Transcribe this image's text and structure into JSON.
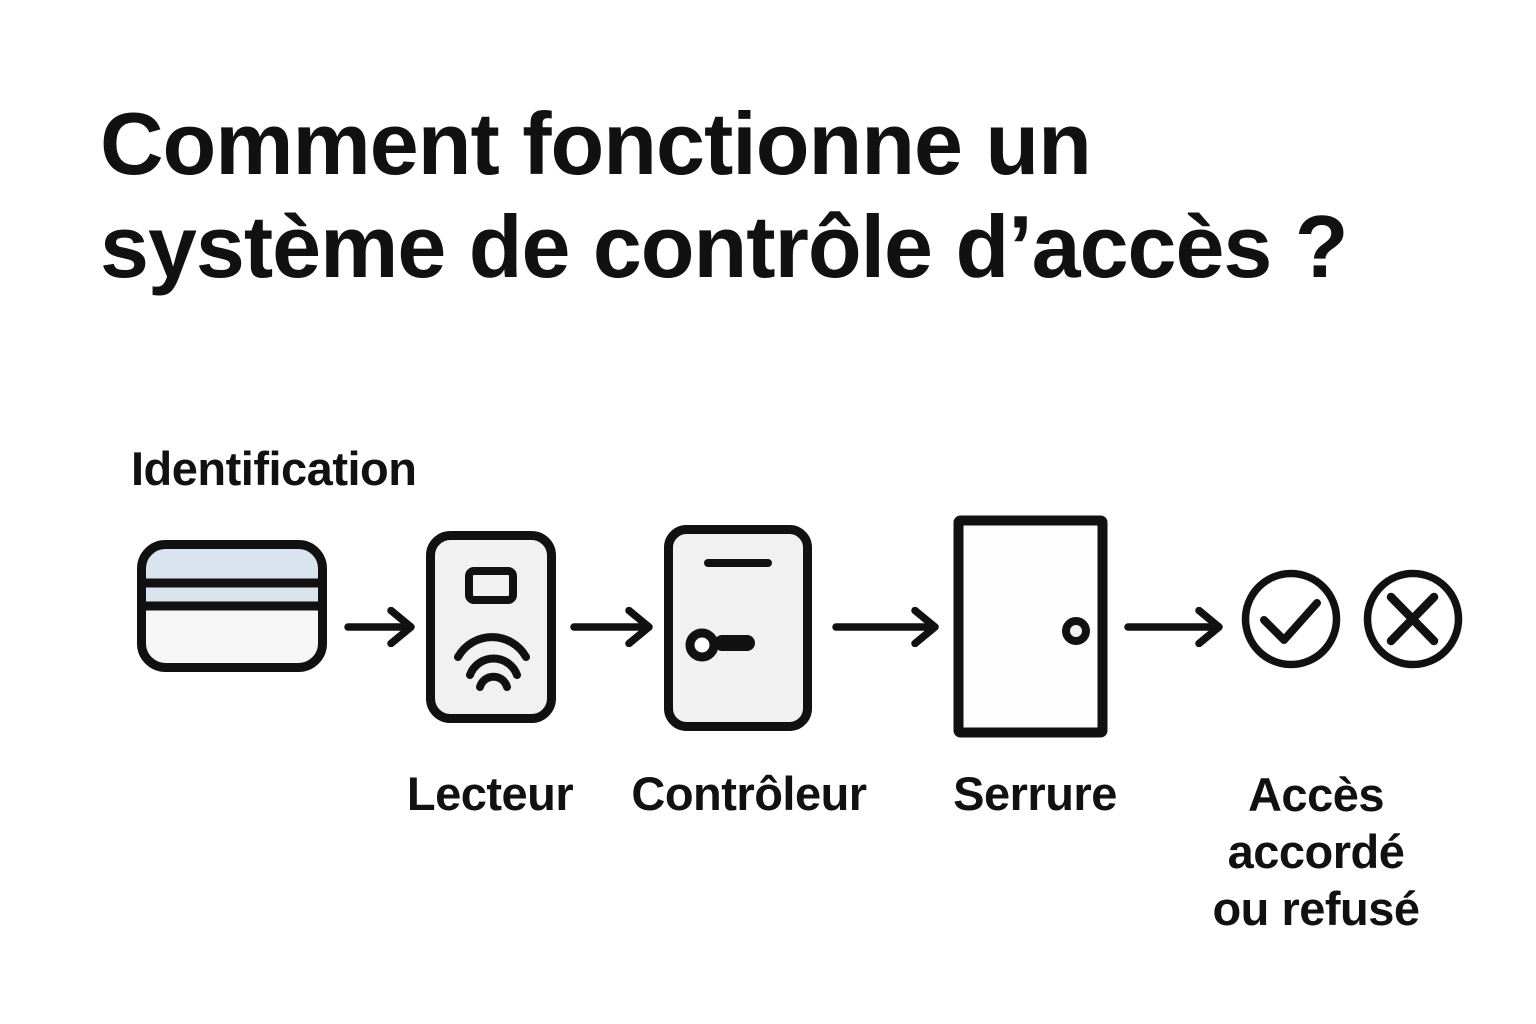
{
  "title": {
    "line1": "Comment fonctionne un",
    "line2": "système de contrôle d’accès ?"
  },
  "labels": {
    "identification": "Identification",
    "reader": "Lecteur",
    "controller": "Contrôleur",
    "lock": "Serrure",
    "result": [
      "Accès",
      "accordé",
      "ou refusé"
    ]
  },
  "icons": {
    "step1": "access-card-icon",
    "step2": "badge-reader-icon",
    "step2_detail": "contactless-waves-icon",
    "step3": "controller-key-icon",
    "step4": "door-icon",
    "result_granted": "check-circle-icon",
    "result_denied": "x-circle-icon",
    "connector": "arrow-right-icon"
  },
  "colors": {
    "background": "#ffffff",
    "ink": "#111111",
    "card_stripe": "#d9e4ee",
    "card_body": "#f6f6f6",
    "panel_fill": "#f1f1f1",
    "door_fill": "#fdfdfd"
  }
}
